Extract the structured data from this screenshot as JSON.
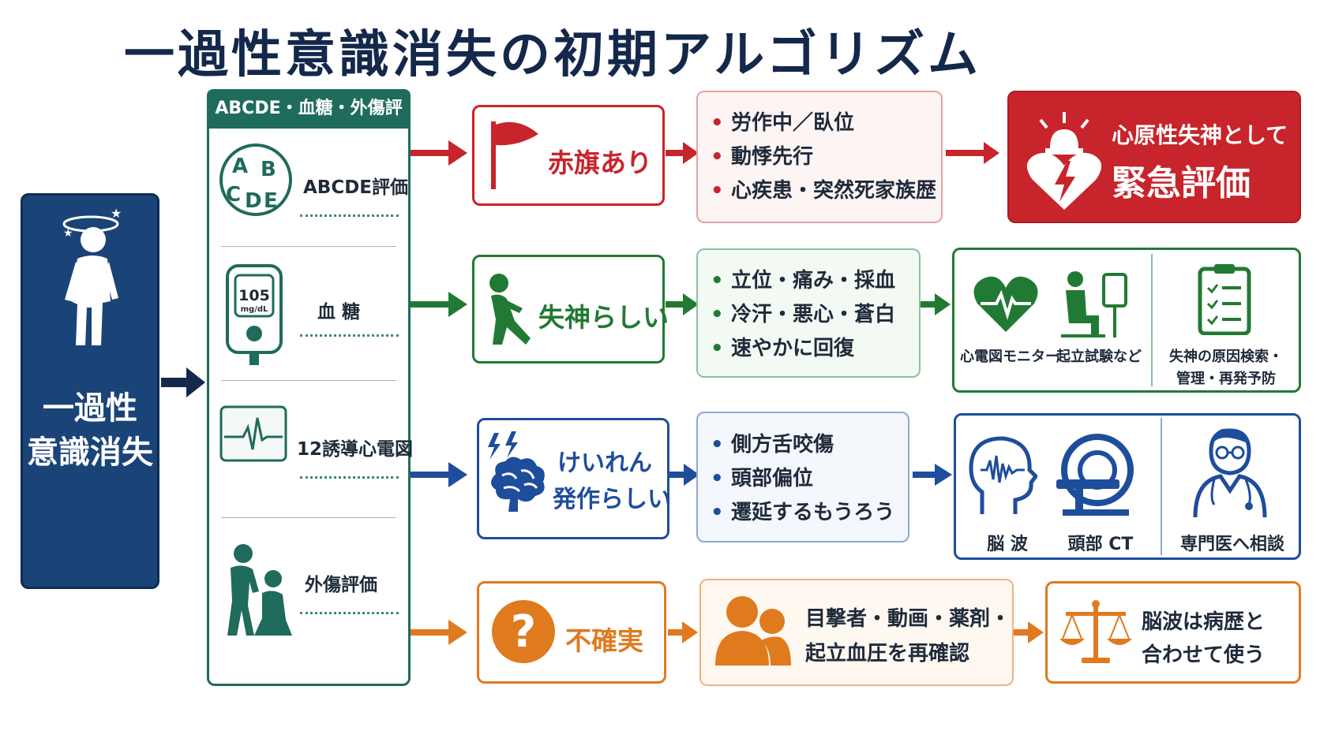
{
  "title": "一過性意識消失の初期アルゴリズム",
  "start": {
    "line1": "一過性",
    "line2": "意識消失"
  },
  "panel": {
    "header": "ABCDE・血糖・外傷評価",
    "items": [
      {
        "icon_text": [
          "A",
          "B",
          "C",
          "D",
          "E"
        ],
        "label": "ABCDE評価"
      },
      {
        "meter_value": "105",
        "meter_unit": "mg/dL",
        "label": "血 糖"
      },
      {
        "label": "12誘導心電図"
      },
      {
        "label": "外傷評価"
      }
    ]
  },
  "rows": [
    {
      "color": "#c8242b",
      "label": "赤旗あり",
      "findings": [
        "労作中／臥位",
        "動悸先行",
        "心疾患・突然死家族歴"
      ],
      "result_line1": "心原性失神として",
      "result_line2": "緊急評価"
    },
    {
      "color": "#217a33",
      "label": "失神らしい",
      "findings": [
        "立位・痛み・採血",
        "冷汗・悪心・蒼白",
        "速やかに回復"
      ],
      "outcomes": [
        "心電図モニター",
        "起立試験など"
      ],
      "outcome2_line1": "失神の原因検索・",
      "outcome2_line2": "管理・再発予防"
    },
    {
      "color": "#1e4d9c",
      "label_line1": "けいれん",
      "label_line2": "発作らしい",
      "findings": [
        "側方舌咬傷",
        "頭部偏位",
        "遷延するもうろう"
      ],
      "outcomes": [
        "脳 波",
        "頭部 CT",
        "専門医へ相談"
      ]
    },
    {
      "color": "#e07a1f",
      "label": "不確実",
      "finding_line1": "目撃者・動画・薬剤・",
      "finding_line2": "起立血圧を再確認",
      "result_line1": "脳波は病歴と",
      "result_line2": "合わせて使う"
    }
  ]
}
